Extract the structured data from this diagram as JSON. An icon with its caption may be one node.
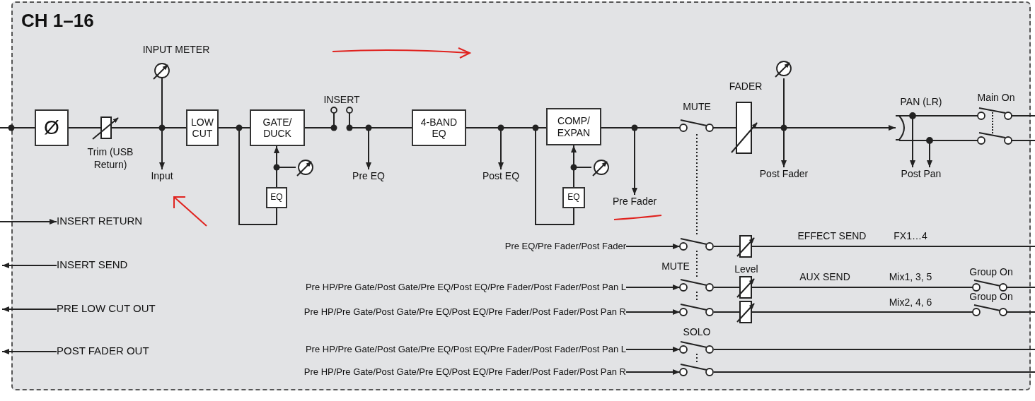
{
  "diagram": {
    "nodes": [
      {
        "text": [
          "CH 1–16"
        ]
      },
      {
        "text": [
          "Ø"
        ],
        "in": 0
      },
      {
        "text": [
          "Trim (USB Return)"
        ],
        "in": 0
      },
      {
        "text": [
          "INPUT METER"
        ],
        "in": 0
      },
      {
        "text": [
          "Input"
        ],
        "in": 0
      },
      {
        "text": [
          "LOW CUT"
        ],
        "in": 0
      },
      {
        "text": [
          "GATE/ DUCK"
        ],
        "in": 0
      },
      {
        "text": [
          "EQ"
        ],
        "in": 0
      },
      {
        "text": [],
        "shape": "circle",
        "in": 0
      },
      {
        "text": [
          "INSERT"
        ],
        "in": 0
      },
      {
        "text": [
          "Pre EQ"
        ],
        "in": 0
      },
      {
        "text": [
          "4-BAND EQ"
        ],
        "in": 0
      },
      {
        "text": [
          "Post EQ"
        ],
        "in": 0
      },
      {
        "text": [
          "COMP/ EXPAN"
        ],
        "in": 0
      },
      {
        "text": [
          "EQ"
        ],
        "in": 0
      },
      {
        "text": [],
        "shape": "circle",
        "in": 0
      },
      {
        "text": [
          "Pre Fader"
        ],
        "in": 0
      },
      {
        "text": [
          "MUTE"
        ],
        "in": 0
      },
      {
        "text": [
          "FADER"
        ],
        "in": 0
      },
      {
        "text": [],
        "shape": "circle",
        "in": 0
      },
      {
        "text": [
          "Post Fader"
        ],
        "in": 0
      },
      {
        "text": [
          "PAN (LR)"
        ],
        "in": 0
      },
      {
        "text": [
          "Post Pan"
        ],
        "in": 0
      },
      {
        "text": [
          "Main On"
        ],
        "in": 0
      },
      {
        "text": [
          "INSERT RETURN"
        ],
        "in": 0
      },
      {
        "text": [
          "INSERT SEND"
        ],
        "in": 0
      },
      {
        "text": [
          "PRE LOW CUT OUT"
        ],
        "in": 0
      },
      {
        "text": [
          "POST FADER OUT"
        ],
        "in": 0
      },
      {
        "text": [
          "Pre EQ/Pre Fader/Post Fader"
        ],
        "in": 0
      },
      {
        "text": [
          "Pre HP/Pre Gate/Post Gate/Pre EQ/Post EQ/Pre Fader/Post Fader/Post Pan L"
        ],
        "in": 0
      },
      {
        "text": [
          "Pre HP/Pre Gate/Post Gate/Pre EQ/Post EQ/Pre Fader/Post Fader/Post Pan R"
        ],
        "in": 0
      },
      {
        "text": [
          "Pre HP/Pre Gate/Post Gate/Pre EQ/Post EQ/Pre Fader/Post Fader/Post Pan L"
        ],
        "in": 0
      },
      {
        "text": [
          "Pre HP/Pre Gate/Post Gate/Pre EQ/Post EQ/Pre Fader/Post Fader/Post Pan R"
        ],
        "in": 0
      },
      {
        "text": [],
        "shape": "switch",
        "in": 0
      },
      {
        "text": [],
        "shape": "switch",
        "in": 0
      },
      {
        "text": [],
        "shape": "switch",
        "in": 0
      },
      {
        "text": [],
        "shape": "switch",
        "in": 0
      },
      {
        "text": [],
        "shape": "switch",
        "in": 0
      },
      {
        "text": [],
        "shape": "box",
        "in": 0
      },
      {
        "text": [],
        "shape": "box",
        "in": 0
      },
      {
        "text": [],
        "shape": "box",
        "in": 0
      },
      {
        "text": [
          "Group On"
        ],
        "in": 0
      },
      {
        "text": [
          "Group On"
        ],
        "in": 0
      }
    ],
    "edges": [
      {
        "from": null,
        "to": 1,
        "arrow": "none"
      },
      {
        "from": 1,
        "to": 2,
        "arrow": "none"
      },
      {
        "from": 2,
        "to": 3,
        "arrow": "none"
      },
      {
        "from": 2,
        "to": 4,
        "arrow": "to"
      },
      {
        "from": 2,
        "to": 5,
        "arrow": "none"
      },
      {
        "from": 5,
        "to": 6,
        "arrow": "none"
      },
      {
        "from": 5,
        "to": 7,
        "arrow": "none"
      },
      {
        "from": 7,
        "to": 6,
        "arrow": "to"
      },
      {
        "from": 7,
        "to": 8,
        "arrow": "none"
      },
      {
        "from": 6,
        "to": 9,
        "arrow": "none"
      },
      {
        "from": 9,
        "to": 10,
        "arrow": "to"
      },
      {
        "from": 9,
        "to": 11,
        "arrow": "none"
      },
      {
        "from": 11,
        "to": 12,
        "arrow": "to"
      },
      {
        "from": 11,
        "to": 13,
        "arrow": "none"
      },
      {
        "from": 11,
        "to": 14,
        "arrow": "none"
      },
      {
        "from": 14,
        "to": 13,
        "arrow": "to"
      },
      {
        "from": 14,
        "to": 15,
        "arrow": "none"
      },
      {
        "from": 13,
        "to": 16,
        "arrow": "to"
      },
      {
        "from": 13,
        "to": 17,
        "arrow": "none"
      },
      {
        "from": 17,
        "to": 18,
        "arrow": "none"
      },
      {
        "from": 18,
        "to": 19,
        "arrow": "none"
      },
      {
        "from": 18,
        "to": 20,
        "arrow": "to"
      },
      {
        "from": 18,
        "to": 21,
        "arrow": "to"
      },
      {
        "from": 21,
        "to": 22,
        "arrow": "to"
      },
      {
        "from": 21,
        "to": 22,
        "arrow": "to"
      },
      {
        "from": 21,
        "to": 23,
        "arrow": "none"
      },
      {
        "from": 21,
        "to": 23,
        "arrow": "none"
      },
      {
        "from": 23,
        "to": null,
        "arrow": "none"
      },
      {
        "from": 23,
        "to": null,
        "arrow": "none"
      },
      {
        "from": null,
        "to": 24,
        "arrow": "to"
      },
      {
        "from": 25,
        "to": null,
        "arrow": "to"
      },
      {
        "from": 26,
        "to": null,
        "arrow": "to"
      },
      {
        "from": 27,
        "to": null,
        "arrow": "to"
      },
      {
        "from": 28,
        "to": 33,
        "arrow": "to"
      },
      {
        "from": 29,
        "to": 34,
        "arrow": "to"
      },
      {
        "from": 30,
        "to": 35,
        "arrow": "to"
      },
      {
        "from": 31,
        "to": 36,
        "arrow": "to"
      },
      {
        "from": 32,
        "to": 37,
        "arrow": "to"
      },
      {
        "from": 33,
        "to": 38,
        "arrow": "none"
      },
      {
        "from": 34,
        "to": 39,
        "arrow": "none"
      },
      {
        "from": 35,
        "to": 40,
        "arrow": "none"
      },
      {
        "from": 38,
        "to": null,
        "arrow": "none"
      },
      {
        "from": 39,
        "to": 41,
        "arrow": "none"
      },
      {
        "from": 40,
        "to": 42,
        "arrow": "none"
      },
      {
        "from": 41,
        "to": null,
        "arrow": "none"
      },
      {
        "from": 42,
        "to": null,
        "arrow": "none"
      },
      {
        "from": 36,
        "to": null,
        "arrow": "none"
      },
      {
        "from": 37,
        "to": null,
        "arrow": "none"
      },
      {
        "from": 17,
        "to": 33,
        "arrow": "none",
        "style": "dashed"
      },
      {
        "from": 33,
        "to": 34,
        "arrow": "none",
        "style": "dashed"
      },
      {
        "from": 34,
        "to": 35,
        "arrow": "none",
        "style": "dashed"
      },
      {
        "from": 36,
        "to": 37,
        "arrow": "none",
        "style": "dashed"
      }
    ],
    "labels": [
      "EFFECT SEND",
      "FX1…4",
      "MUTE",
      "Level",
      "AUX SEND",
      "Mix1, 3, 5",
      "Mix2, 4, 6",
      "SOLO"
    ]
  }
}
